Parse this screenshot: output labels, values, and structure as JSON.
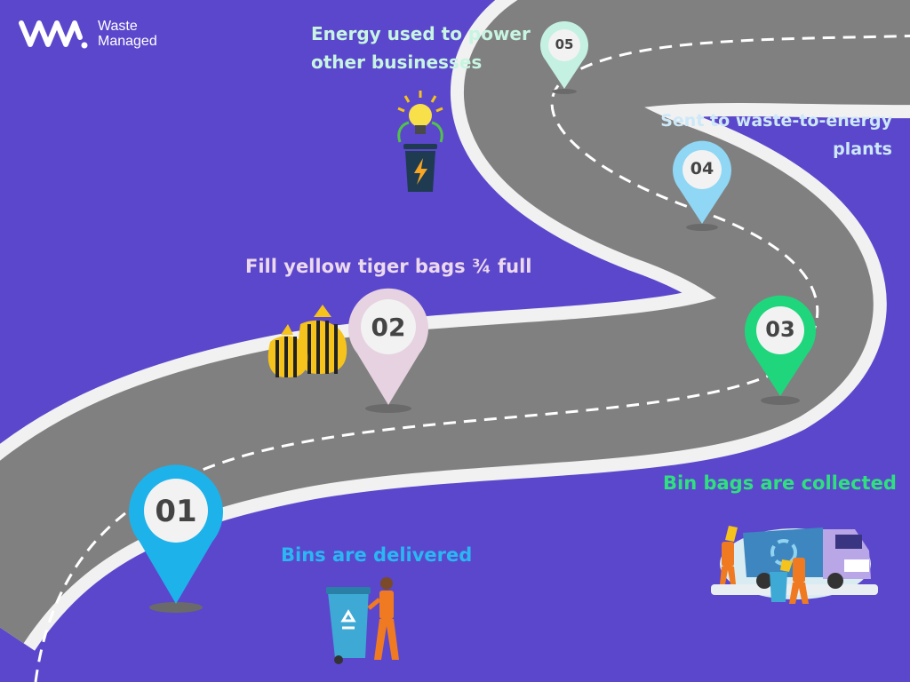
{
  "brand": {
    "name_line1": "Waste",
    "name_line2": "Managed"
  },
  "steps": [
    {
      "number": "01",
      "label": "Bins are delivered",
      "color": "#1eb2ea",
      "text_color": "#2ab7f2"
    },
    {
      "number": "02",
      "label": "Fill yellow tiger bags ¾ full",
      "color": "#e6d2e0",
      "text_color": "#ecd9ec"
    },
    {
      "number": "03",
      "label": "Bin bags are collected",
      "color": "#1fd67c",
      "text_color": "#2fe07f"
    },
    {
      "number": "04",
      "label": "Sent to waste-to-energy plants",
      "label_line1": "Sent to waste-to-energy",
      "label_line2": "plants",
      "color": "#8fd7f4",
      "text_color": "#cde8f8"
    },
    {
      "number": "05",
      "label": "Energy used to power other businesses",
      "label_line1": "Energy used to power",
      "label_line2": "other businesses",
      "color": "#c4f1e2",
      "text_color": "#c8f5e2"
    }
  ]
}
